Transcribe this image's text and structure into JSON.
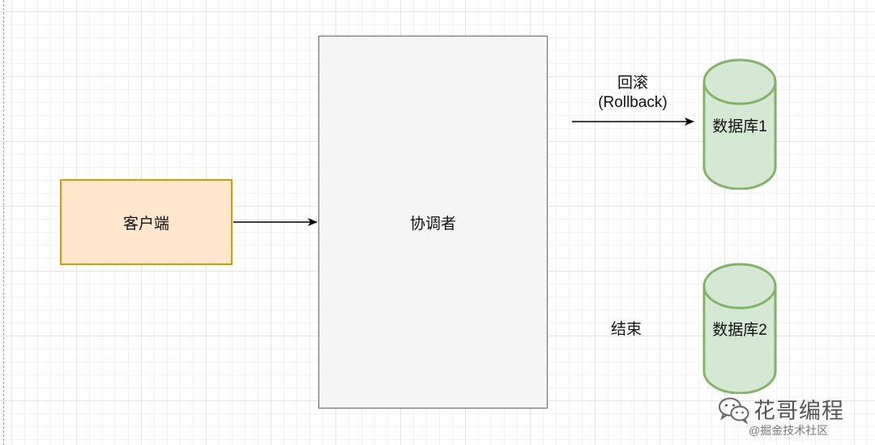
{
  "diagram": {
    "client_label": "客户端",
    "coordinator_label": "协调者",
    "rollback_label": "回滚",
    "rollback_sub": "(Rollback)",
    "end_label": "结束",
    "db1_label": "数据库1",
    "db2_label": "数据库2"
  },
  "colors": {
    "client_fill": "#ffe6cc",
    "client_border": "#d79b00",
    "coordinator_fill": "#f5f5f5",
    "coordinator_border": "#666666",
    "db_fill": "#d5e8d4",
    "db_border": "#82b366"
  },
  "watermark": {
    "icon": "wechat-icon",
    "title": "花哥编程",
    "subtitle": "@掘金技术社区"
  }
}
